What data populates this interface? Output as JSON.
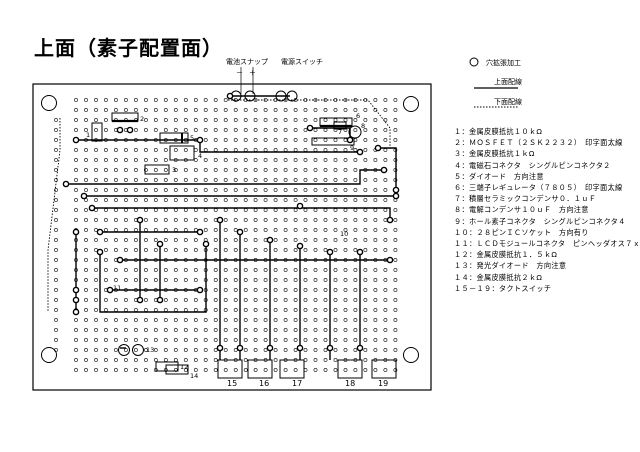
{
  "title": "上面（素子配置面）",
  "top_labels": {
    "battery_snap": "電池スナップ",
    "minus": "－",
    "plus": "＋",
    "power_switch": "電源スイッチ"
  },
  "legend": {
    "hole": "穴拡張加工",
    "top_wire": "上面配線",
    "bottom_wire": "下面配線"
  },
  "parts": [
    "１：金属皮膜抵抗１０ｋΩ",
    "２：ＭＯＳＦＥＴ（２ＳＫ２２３２）　印字面太線",
    "３：金属皮膜抵抗１ｋΩ",
    "４：電磁石コネクタ　シングルピンコネクタ２",
    "５：ダイオード　方向注意",
    "６：三端子レギュレータ（７８０５）　印字面太線",
    "７：積層セラミックコンデンサ０．１ｕＦ",
    "８：電解コンデンサ１０ｕＦ　方向注意",
    "９：ホール素子コネクタ　シングルピンコネクタ４",
    "１０：２８ピンＩＣソケット　方向有り",
    "１１：ＬＣＤモジュールコネクタ　ピンヘッダオス７ｘ２",
    "１２：金属皮膜抵抗１．５ｋΩ",
    "１３：発光ダイオード　方向注意",
    "１４：金属皮膜抵抗２ｋΩ",
    "１５－１９：タクトスイッチ"
  ],
  "switch_numbers": [
    "15",
    "16",
    "17",
    "18",
    "19"
  ],
  "board_marks": {
    "n1": "1",
    "n2": "2",
    "n3": "3",
    "n4": "4",
    "n5": "5",
    "n6": "6",
    "n7": "7",
    "n8": "8",
    "n9": "9",
    "n10": "10",
    "n11": "11",
    "n12": "12",
    "n13": "13",
    "n14": "14"
  }
}
